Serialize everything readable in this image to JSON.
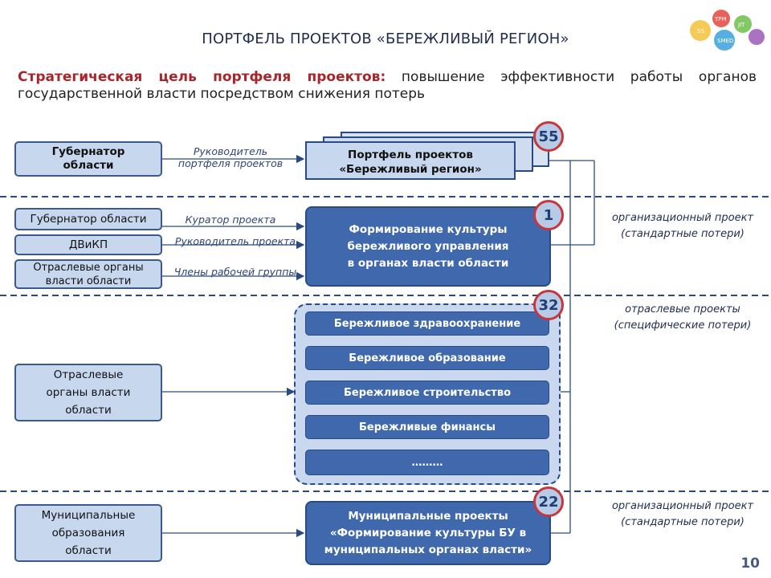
{
  "header": {
    "title": "ПОРТФЕЛЬ ПРОЕКТОВ «БЕРЕЖЛИВЫЙ РЕГИОН»",
    "logo_labels": [
      "TPM",
      "SMED",
      "5S",
      "JIT"
    ]
  },
  "goal": {
    "label": "Стратегическая цель портфеля проектов:",
    "text": " повышение эффективности работы органов государственной власти посредством снижения потерь"
  },
  "left_boxes": {
    "governor_region": "Губернатор области",
    "governor": "Губернатор области",
    "dvikp": "ДВиКП",
    "sector_org": "Отраслевые органы власти области",
    "sector_org_big": "Отраслевые органы власти области",
    "municipal": "Муниципальные образования области"
  },
  "roles": {
    "portfolio_head": "Руководитель портфеля проектов",
    "curator": "Куратор проекта",
    "project_head": "Руководитель проекта",
    "workgroup": "Члены рабочей группы"
  },
  "portfolio": {
    "line1": "Портфель проектов",
    "line2": "«Бережливый регион»"
  },
  "org_project": {
    "line1": "Формирование культуры",
    "line2": "бережливого управления",
    "line3": "в органах власти области"
  },
  "sector_projects": [
    "Бережливое здравоохранение",
    "Бережливое образование",
    "Бережливое строительство",
    "Бережливые финансы",
    "………"
  ],
  "municipal_project": {
    "line1": "Муниципальные проекты",
    "line2": "«Формирование культуры БУ в",
    "line3": "муниципальных органах власти»"
  },
  "badges": {
    "portfolio": "55",
    "org": "1",
    "sector": "32",
    "municipal": "22"
  },
  "notes": {
    "org_line1": "организационный проект",
    "org_line2": "(стандартные потери)",
    "sector_line1": "отраслевые  проекты",
    "sector_line2": "(специфические потери)",
    "muni_line1": "организационный проект",
    "muni_line2": "(стандартные потери)"
  },
  "page_number": "10"
}
